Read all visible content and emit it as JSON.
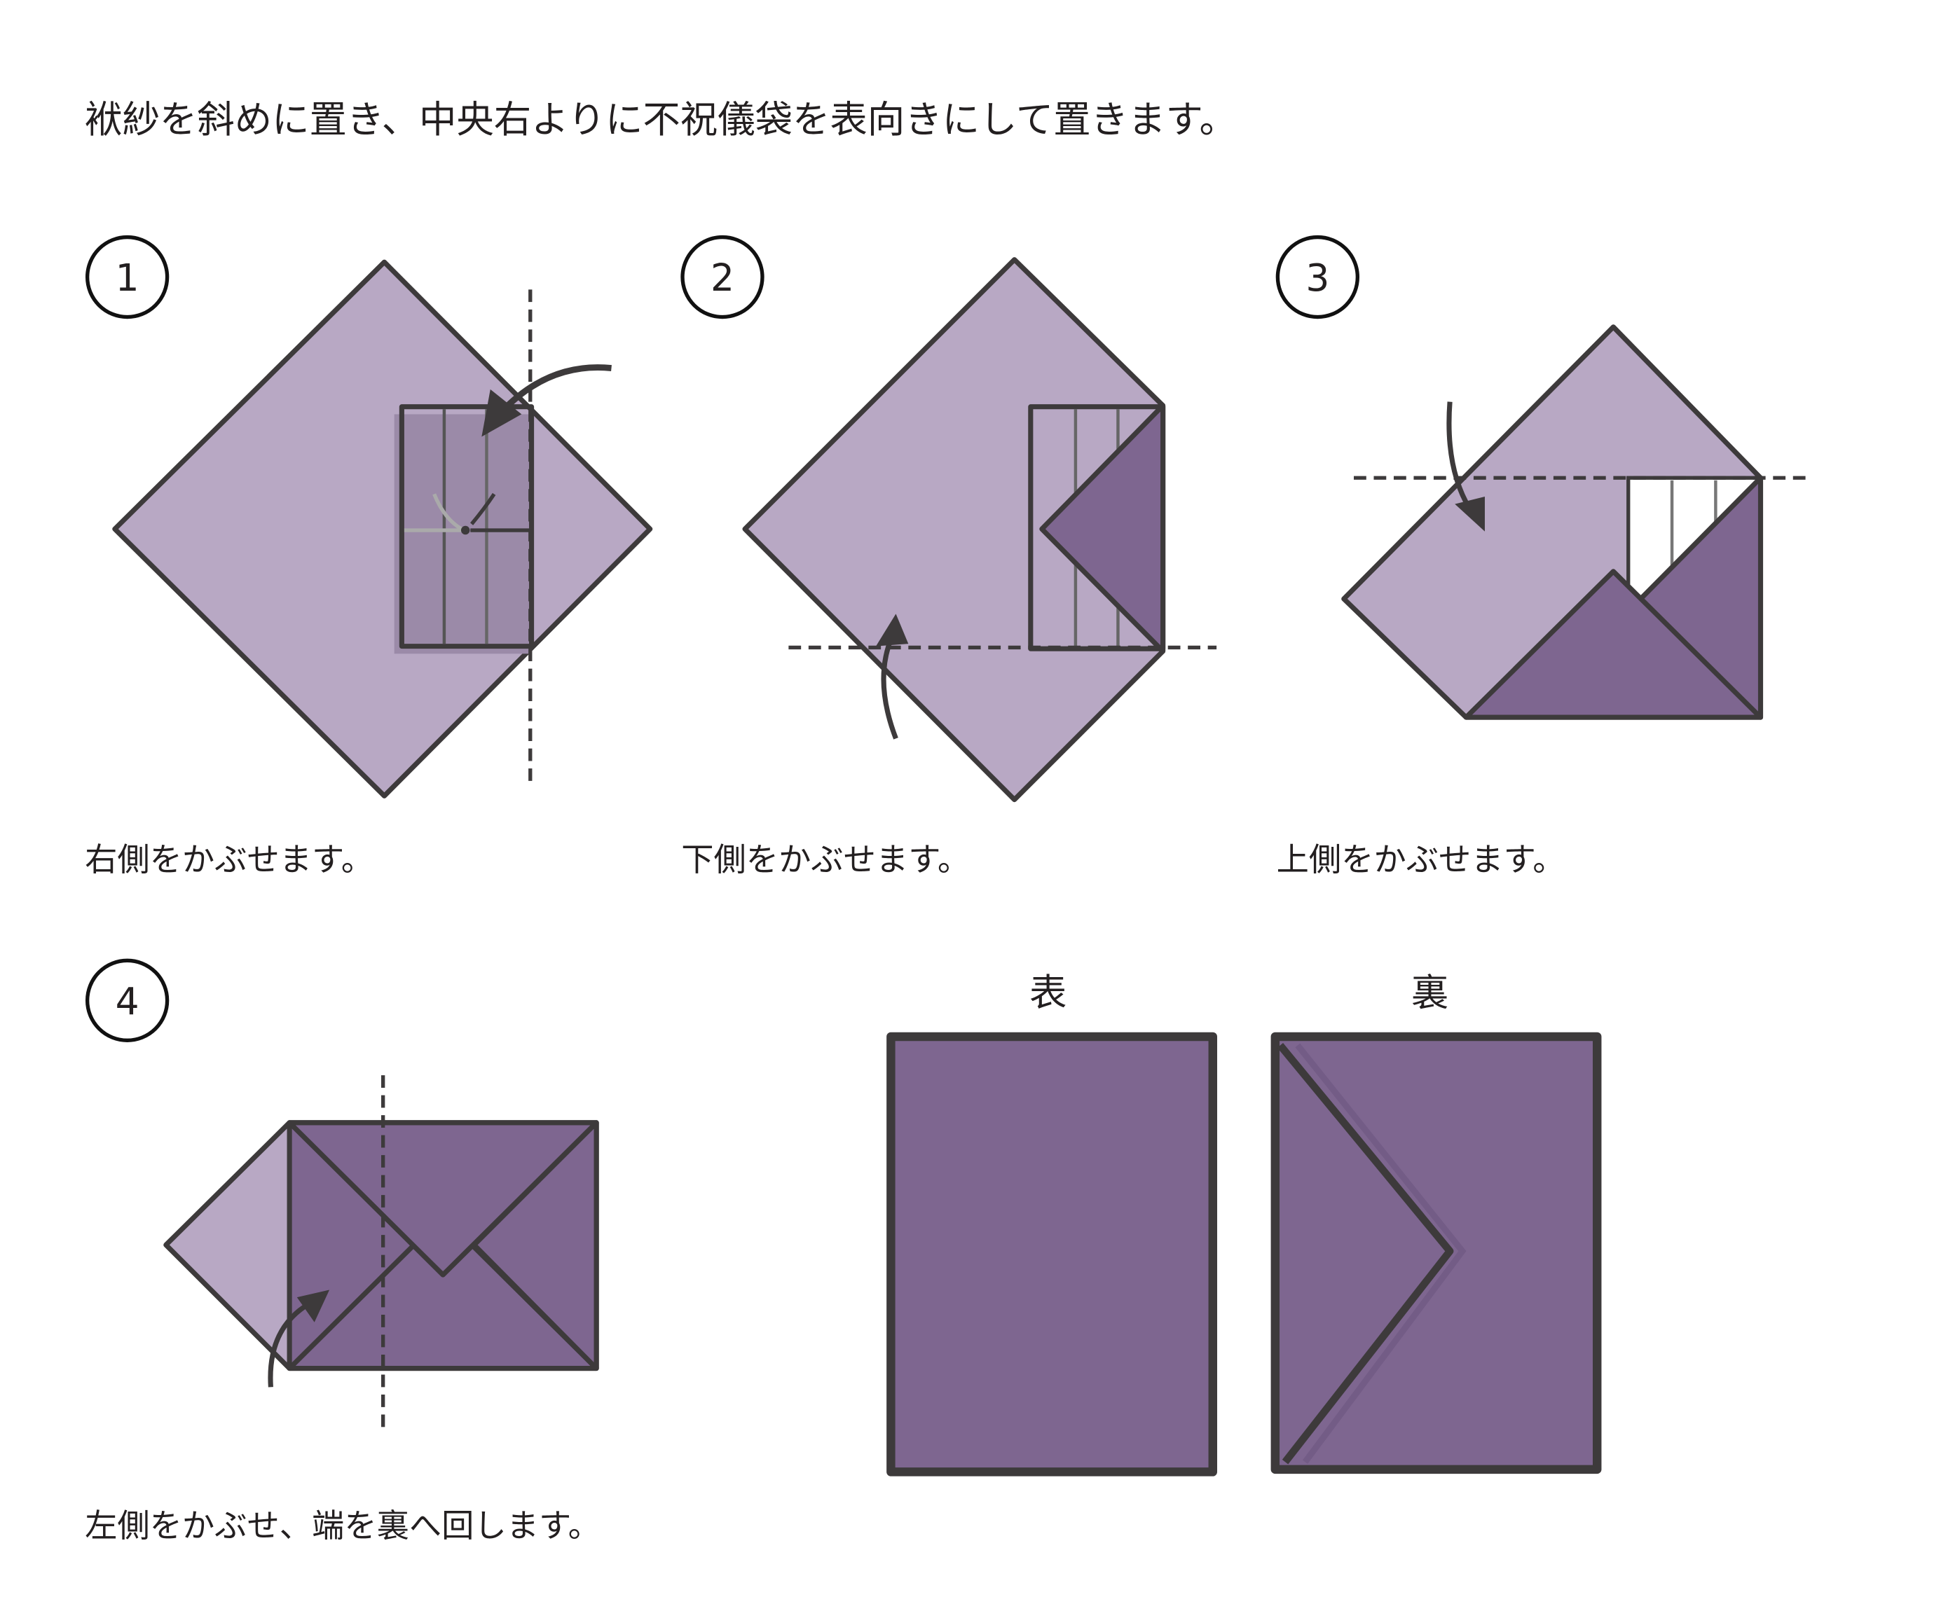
{
  "title": "袱紗を斜めに置き、中央右よりに不祝儀袋を表向きにして置きます。",
  "steps": [
    {
      "number": "1",
      "caption": "右側をかぶせます。"
    },
    {
      "number": "2",
      "caption": "下側をかぶせます。"
    },
    {
      "number": "3",
      "caption": "上側をかぶせます。"
    },
    {
      "number": "4",
      "caption": "左側をかぶせ、端を裏へ回します。"
    }
  ],
  "result": {
    "front_label": "表",
    "back_label": "裏"
  },
  "colors": {
    "light": "#b8a8c4",
    "dark": "#7e6690",
    "outline": "#3d3a3b"
  }
}
